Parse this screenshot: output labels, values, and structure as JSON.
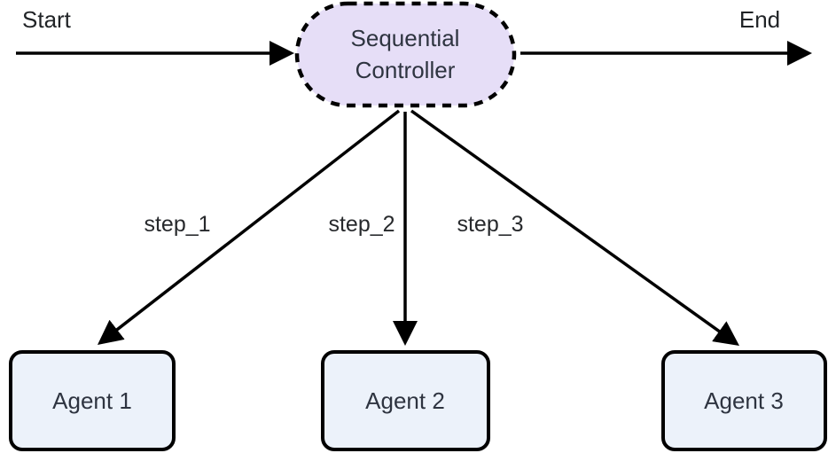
{
  "diagram": {
    "background": "#ffffff",
    "arrow_color": "#000000",
    "start_label": "Start",
    "end_label": "End",
    "controller": {
      "label_line1": "Sequential",
      "label_line2": "Controller",
      "fill": "#e6def7",
      "border_color": "#000000"
    },
    "steps": [
      {
        "label": "step_1"
      },
      {
        "label": "step_2"
      },
      {
        "label": "step_3"
      }
    ],
    "agents": [
      {
        "label": "Agent 1",
        "fill": "#ecf2fa"
      },
      {
        "label": "Agent 2",
        "fill": "#ecf2fa"
      },
      {
        "label": "Agent 3",
        "fill": "#ecf2fa"
      }
    ]
  }
}
